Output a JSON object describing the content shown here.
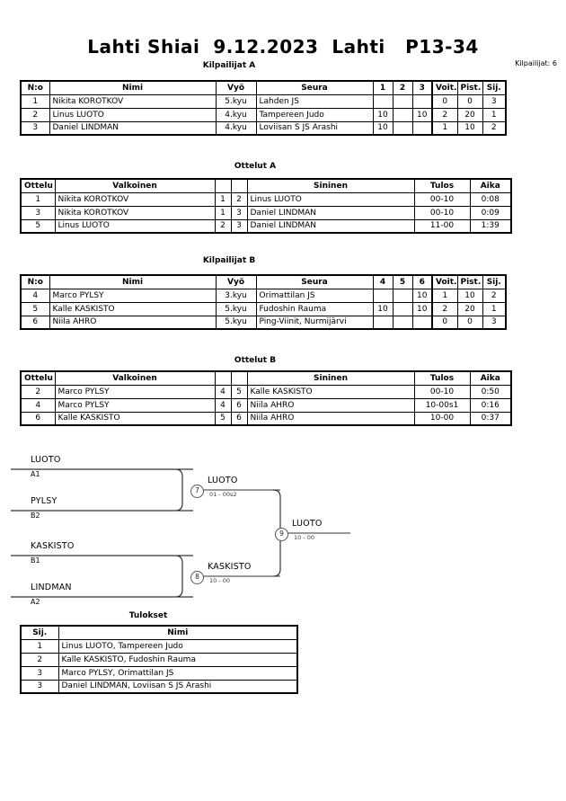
{
  "header": {
    "title": "Lahti Shiai  9.12.2023  Lahti   P13-34",
    "entrant_count_label": "Kilpailijat: 6"
  },
  "pool_a": {
    "caption": "Kilpailijat A",
    "columns": [
      "N:o",
      "Nimi",
      "Vyö",
      "Seura",
      "1",
      "2",
      "3",
      "Voit.",
      "Pist.",
      "Sij."
    ],
    "rows": [
      {
        "no": "1",
        "name": "Nikita KOROTKOV",
        "belt": "5.kyu",
        "club": "Lahden JS",
        "m1": "",
        "m2": "",
        "m3": "",
        "wins": "0",
        "points": "0",
        "rank": "3"
      },
      {
        "no": "2",
        "name": "Linus LUOTO",
        "belt": "4.kyu",
        "club": "Tampereen Judo",
        "m1": "10",
        "m2": "",
        "m3": "10",
        "wins": "2",
        "points": "20",
        "rank": "1"
      },
      {
        "no": "3",
        "name": "Daniel LINDMAN",
        "belt": "4.kyu",
        "club": "Loviisan S JS Arashi",
        "m1": "10",
        "m2": "",
        "m3": "",
        "wins": "1",
        "points": "10",
        "rank": "2"
      }
    ]
  },
  "matches_a": {
    "caption": "Ottelut A",
    "columns": [
      "Ottelu",
      "Valkoinen",
      "",
      "",
      "Sininen",
      "Tulos",
      "Aika"
    ],
    "rows": [
      {
        "no": "1",
        "white": "Nikita KOROTKOV",
        "wn": "1",
        "bn": "2",
        "blue": "Linus LUOTO",
        "result": "00-10",
        "time": "0:08"
      },
      {
        "no": "3",
        "white": "Nikita KOROTKOV",
        "wn": "1",
        "bn": "3",
        "blue": "Daniel LINDMAN",
        "result": "00-10",
        "time": "0:09"
      },
      {
        "no": "5",
        "white": "Linus LUOTO",
        "wn": "2",
        "bn": "3",
        "blue": "Daniel LINDMAN",
        "result": "11-00",
        "time": "1:39"
      }
    ]
  },
  "pool_b": {
    "caption": "Kilpailijat B",
    "columns": [
      "N:o",
      "Nimi",
      "Vyö",
      "Seura",
      "4",
      "5",
      "6",
      "Voit.",
      "Pist.",
      "Sij."
    ],
    "rows": [
      {
        "no": "4",
        "name": "Marco PYLSY",
        "belt": "3.kyu",
        "club": "Orimattilan JS",
        "m1": "",
        "m2": "",
        "m3": "10",
        "wins": "1",
        "points": "10",
        "rank": "2"
      },
      {
        "no": "5",
        "name": "Kalle KASKISTO",
        "belt": "5.kyu",
        "club": "Fudoshin Rauma",
        "m1": "10",
        "m2": "",
        "m3": "10",
        "wins": "2",
        "points": "20",
        "rank": "1"
      },
      {
        "no": "6",
        "name": "Niila AHRO",
        "belt": "5.kyu",
        "club": "Ping-Viinit, Nurmijärvi",
        "m1": "",
        "m2": "",
        "m3": "",
        "wins": "0",
        "points": "0",
        "rank": "3"
      }
    ]
  },
  "matches_b": {
    "caption": "Ottelut B",
    "columns": [
      "Ottelu",
      "Valkoinen",
      "",
      "",
      "Sininen",
      "Tulos",
      "Aika"
    ],
    "rows": [
      {
        "no": "2",
        "white": "Marco PYLSY",
        "wn": "4",
        "bn": "5",
        "blue": "Kalle KASKISTO",
        "result": "00-10",
        "time": "0:50"
      },
      {
        "no": "4",
        "white": "Marco PYLSY",
        "wn": "4",
        "bn": "6",
        "blue": "Niila AHRO",
        "result": "10-00s1",
        "time": "0:16"
      },
      {
        "no": "6",
        "white": "Kalle KASKISTO",
        "wn": "5",
        "bn": "6",
        "blue": "Niila AHRO",
        "result": "10-00",
        "time": "0:37"
      }
    ]
  },
  "bracket": {
    "entries": [
      {
        "name": "LUOTO",
        "seed": "A1"
      },
      {
        "name": "PYLSY",
        "seed": "B2"
      },
      {
        "name": "KASKISTO",
        "seed": "B1"
      },
      {
        "name": "LINDMAN",
        "seed": "A2"
      }
    ],
    "semifinal_top": {
      "number": "7",
      "winner": "LUOTO",
      "score": "01 - 00s2"
    },
    "semifinal_bottom": {
      "number": "8",
      "winner": "KASKISTO",
      "score": "10 - 00"
    },
    "final": {
      "number": "9",
      "winner": "LUOTO",
      "score": "10 - 00"
    }
  },
  "results": {
    "caption": "Tulokset",
    "columns": [
      "Sij.",
      "Nimi"
    ],
    "rows": [
      {
        "rank": "1",
        "name": "Linus LUOTO, Tampereen Judo"
      },
      {
        "rank": "2",
        "name": "Kalle KASKISTO, Fudoshin Rauma"
      },
      {
        "rank": "3",
        "name": "Marco PYLSY, Orimattilan JS"
      },
      {
        "rank": "3",
        "name": "Daniel LINDMAN, Loviisan S JS Arashi"
      }
    ]
  }
}
